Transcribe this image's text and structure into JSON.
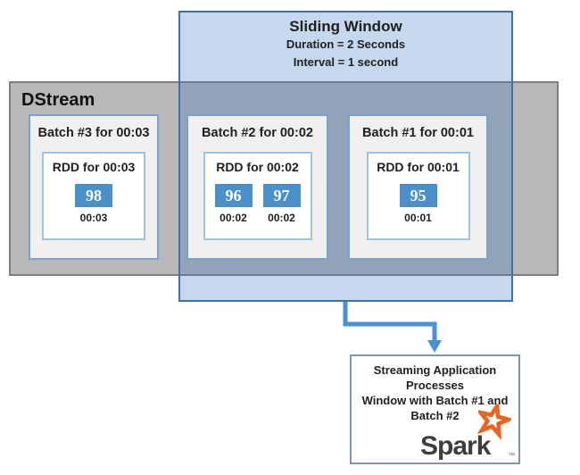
{
  "colors": {
    "sliding_window_fill": "#C9DAEB",
    "sliding_window_overlap_fill": "#8FA6BF",
    "sliding_window_border": "#41719C",
    "dstream_fill": "#B8B8B8",
    "dstream_border": "#7F7F7F",
    "batch_fill": "#F0F0F1",
    "batch_border": "#7BA2CC",
    "rdd_border": "#9CC2E5",
    "cell_blue": "#4A90CB",
    "arrow_blue": "#4A90D5",
    "spark_orange": "#E8641F",
    "spark_gray": "#3E3E3E"
  },
  "sliding_window": {
    "title": "Sliding Window",
    "duration": "Duration = 2 Seconds",
    "interval": "Interval = 1 second"
  },
  "dstream": {
    "label": "DStream",
    "batches": [
      {
        "title": "Batch #3 for 00:03",
        "rdd_title": "RDD for 00:03",
        "cells": [
          {
            "value": "98",
            "time": "00:03"
          }
        ]
      },
      {
        "title": "Batch #2 for 00:02",
        "rdd_title": "RDD for 00:02",
        "cells": [
          {
            "value": "96",
            "time": "00:02"
          },
          {
            "value": "97",
            "time": "00:02"
          }
        ]
      },
      {
        "title": "Batch #1 for 00:01",
        "rdd_title": "RDD for 00:01",
        "cells": [
          {
            "value": "95",
            "time": "00:01"
          }
        ]
      }
    ]
  },
  "output_box": {
    "lines": [
      "Streaming Application",
      "Processes",
      "Window with Batch #1 and",
      "Batch #2"
    ],
    "logo": {
      "text": "Spark",
      "tm": "™"
    }
  }
}
